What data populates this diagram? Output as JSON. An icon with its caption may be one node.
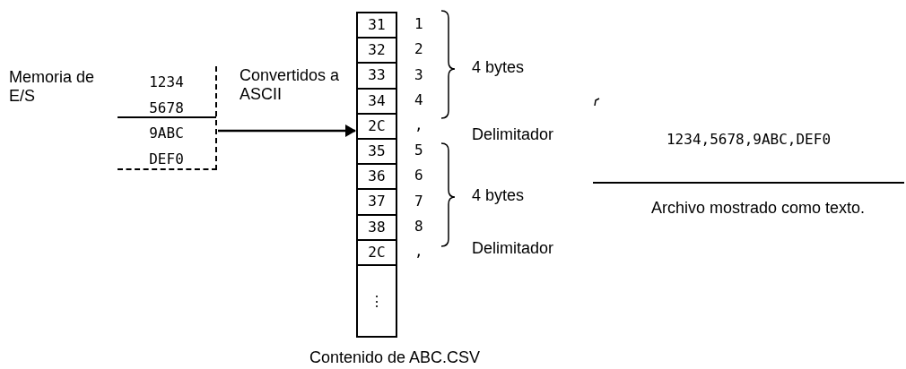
{
  "diagram": {
    "nodes": [
      {
        "text": [
          "1234",
          "5678",
          "9ABC",
          "DEF0"
        ],
        "beside": [
          "Memoria de E/S"
        ]
      },
      {
        "text": [],
        "shape": "box",
        "beside": [
          "Contenido de ABC.CSV"
        ]
      },
      {
        "text": [
          "31"
        ],
        "in": 1
      },
      {
        "text": [
          "32"
        ],
        "in": 1
      },
      {
        "text": [
          "33"
        ],
        "in": 1
      },
      {
        "text": [
          "34"
        ],
        "in": 1
      },
      {
        "text": [
          "2C"
        ],
        "in": 1
      },
      {
        "text": [
          "35"
        ],
        "in": 1
      },
      {
        "text": [
          "36"
        ],
        "in": 1
      },
      {
        "text": [
          "37"
        ],
        "in": 1
      },
      {
        "text": [
          "38"
        ],
        "in": 1
      },
      {
        "text": [
          "2C"
        ],
        "in": 1
      },
      {
        "text": [
          "⋮"
        ],
        "in": 1
      },
      {
        "text": [
          "1234,5678,9ABC,DEF0"
        ],
        "beside": [
          "Archivo mostrado como texto."
        ]
      }
    ],
    "edges": [
      {
        "from": 0,
        "to": 1,
        "arrow": "to",
        "label": "Convertidos a ASCII"
      }
    ],
    "labels": [
      "1",
      "2",
      "3",
      "4",
      ",",
      "5",
      "6",
      "7",
      "8",
      ",",
      "4 bytes",
      "Delimitador",
      "4 bytes",
      "Delimitador"
    ]
  }
}
